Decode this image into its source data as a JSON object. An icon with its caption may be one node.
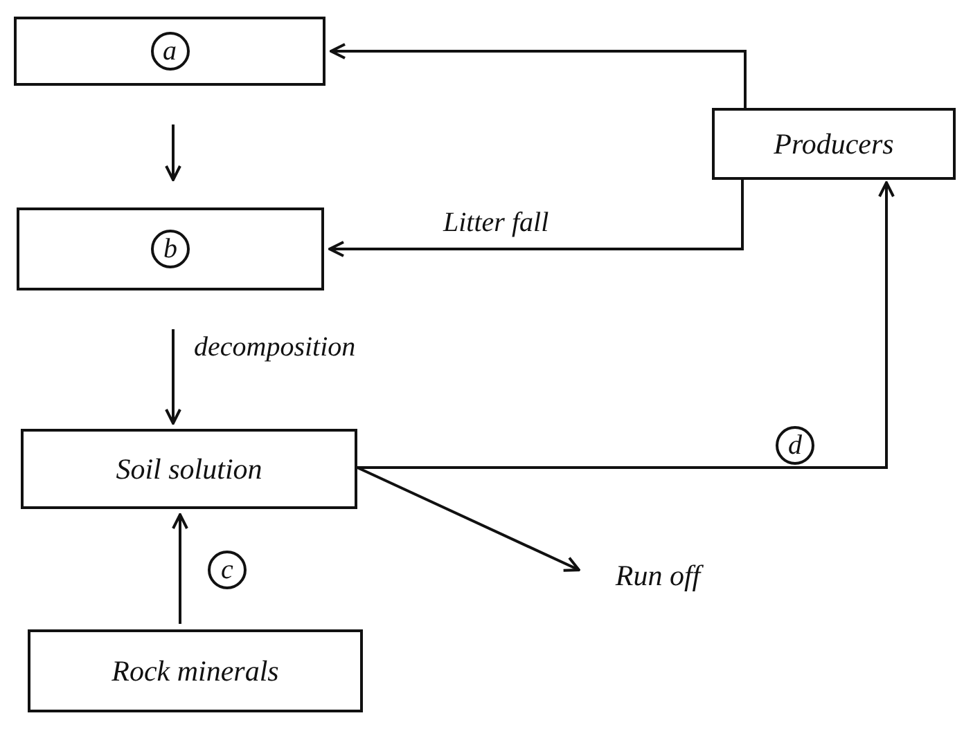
{
  "diagram": {
    "nodes": [
      {
        "text": [
          "a"
        ]
      },
      {
        "text": [
          "Producers"
        ]
      },
      {
        "text": [
          "b"
        ]
      },
      {
        "text": [
          "Soil solution"
        ]
      },
      {
        "text": [
          "Run off"
        ]
      },
      {
        "text": [
          "Rock minerals"
        ]
      }
    ],
    "edges": [
      {
        "from": 1,
        "to": 0,
        "arrow": "to"
      },
      {
        "from": 0,
        "to": 2,
        "arrow": "to"
      },
      {
        "from": 1,
        "to": 2,
        "arrow": "to",
        "label": "Litter fall"
      },
      {
        "from": 2,
        "to": 3,
        "arrow": "to",
        "label": "decomposition"
      },
      {
        "from": 5,
        "to": 3,
        "arrow": "to",
        "label": "c"
      },
      {
        "from": 3,
        "to": 1,
        "arrow": "to",
        "label": "d"
      },
      {
        "from": 3,
        "to": 4,
        "arrow": "to"
      }
    ]
  }
}
